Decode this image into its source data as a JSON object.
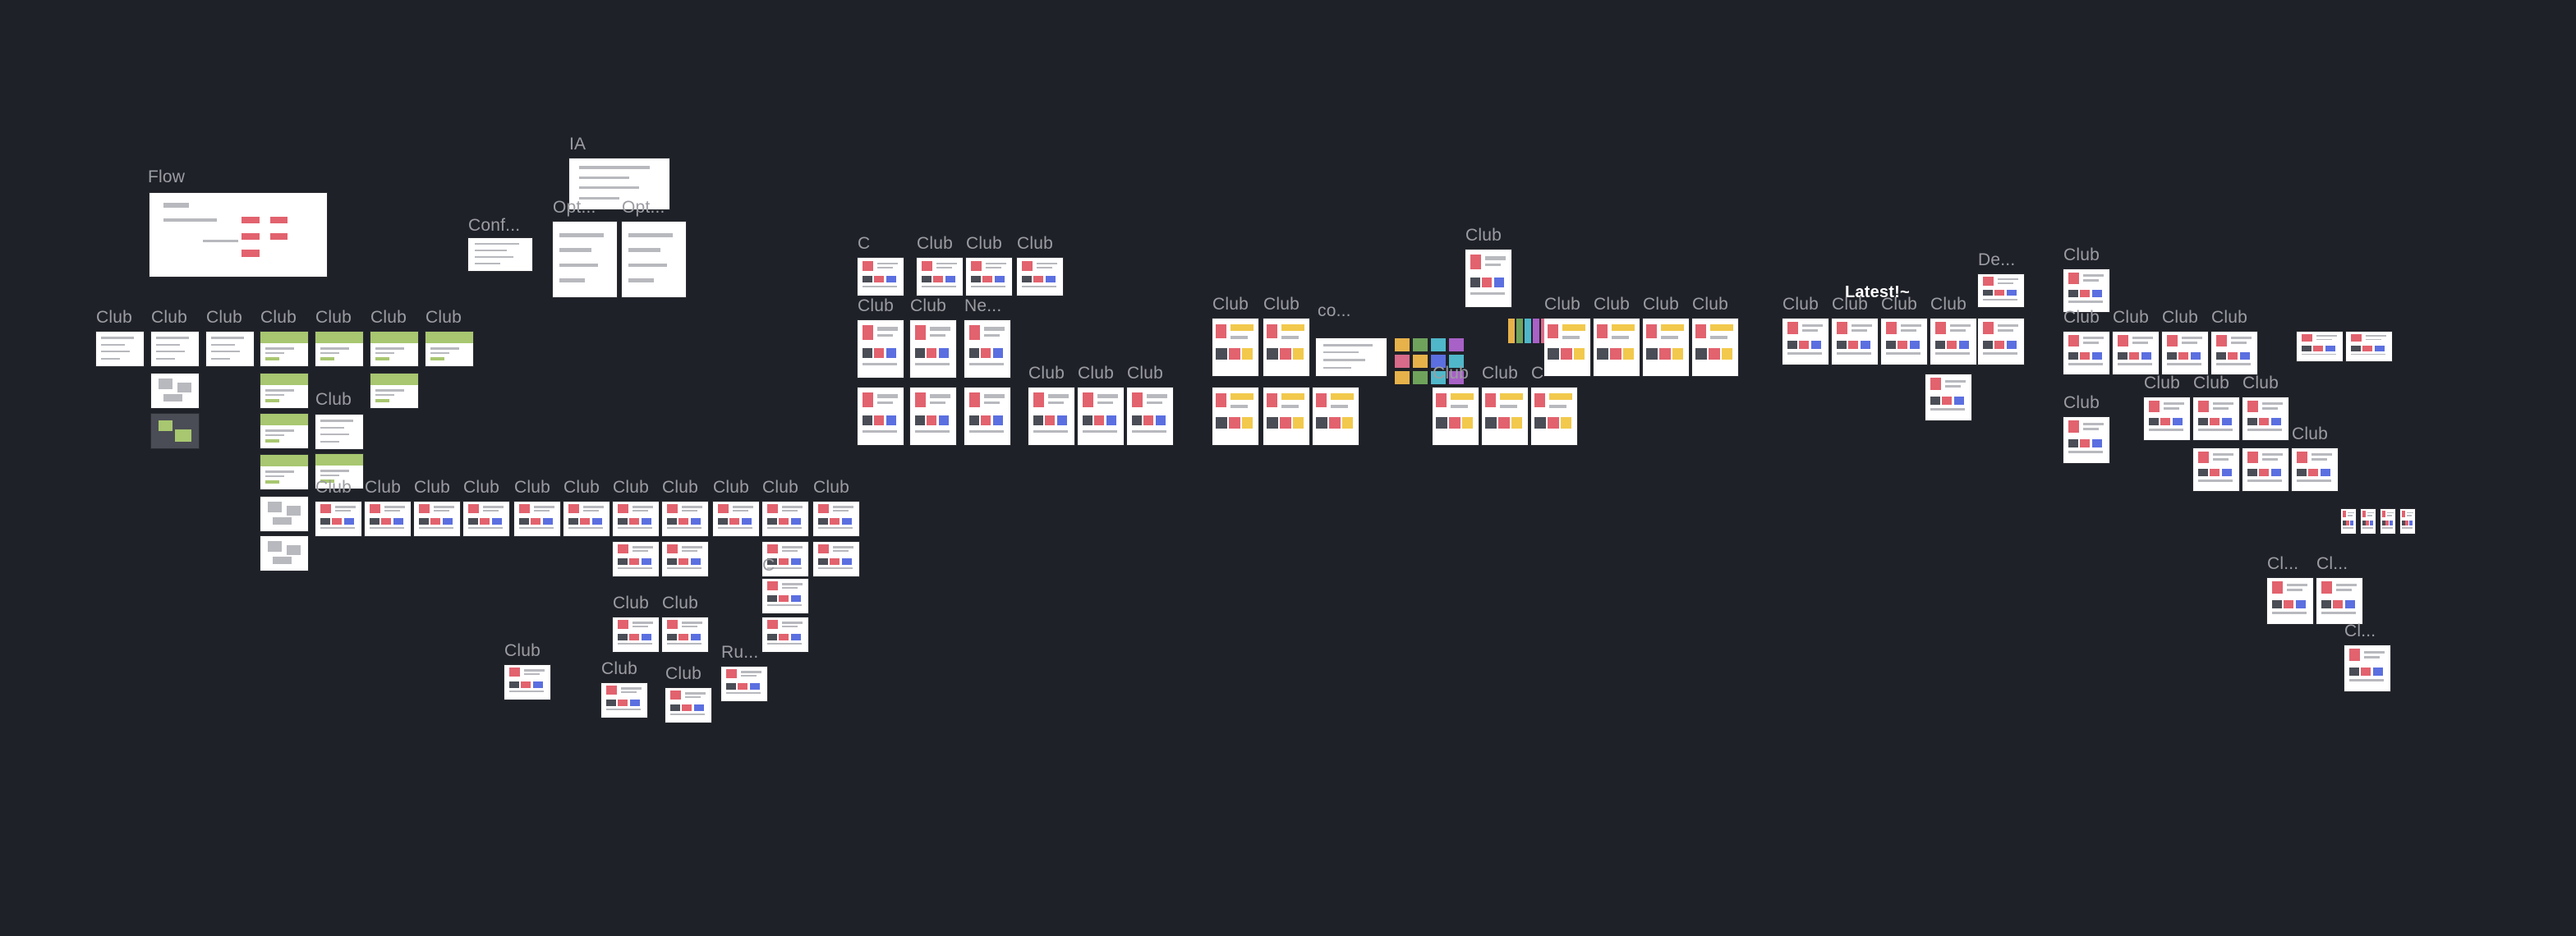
{
  "canvas": {
    "background": "#1f2128",
    "label_color": "#9c9da3",
    "highlight_label_color": "#ffffff"
  },
  "labels": {
    "flow": "Flow",
    "ia": "IA",
    "club": "Club",
    "opt": "Opt...",
    "conf": "Conf...",
    "ne": "Ne...",
    "co": "co...",
    "ru": "Ru...",
    "de": "De...",
    "cl": "Cl...",
    "c": "C",
    "latest": "Latest!~"
  },
  "accents": {
    "pink": "#e2626e",
    "green": "#a8c770",
    "yellow": "#f2c94c",
    "blue": "#5b6fe0"
  }
}
